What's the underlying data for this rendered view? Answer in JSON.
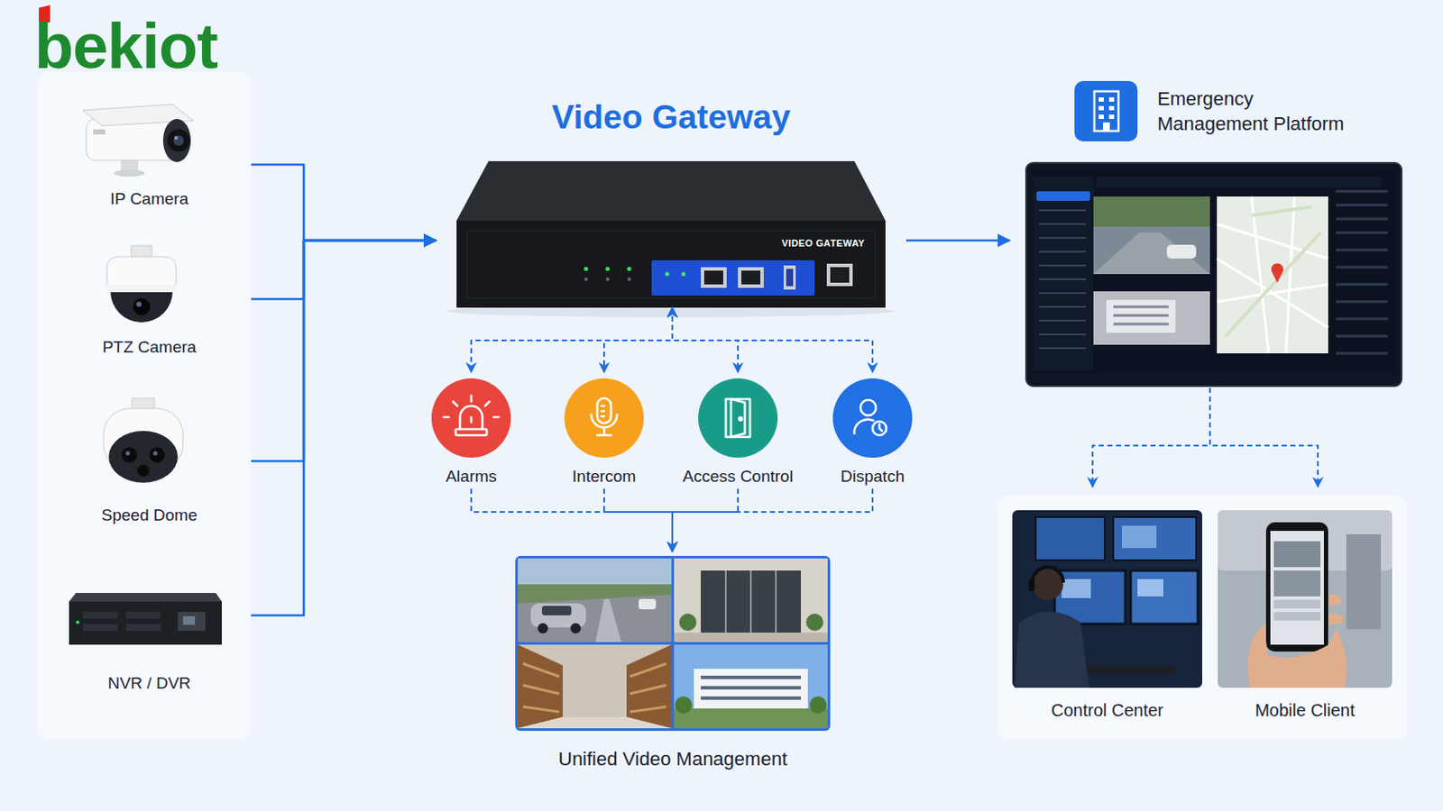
{
  "diagram": {
    "nodes": [
      {
        "text": [
          "IP Camera"
        ]
      },
      {
        "text": [
          "PTZ Camera"
        ]
      },
      {
        "text": [
          "Speed Dome"
        ]
      },
      {
        "text": [
          "NVR / DVR"
        ]
      },
      {
        "text": [
          "Video Gateway",
          "VIDEO GATEWAY"
        ]
      },
      {
        "text": [
          "Alarms"
        ]
      },
      {
        "text": [
          "Intercom"
        ]
      },
      {
        "text": [
          "Access Control"
        ]
      },
      {
        "text": [
          "Dispatch"
        ]
      },
      {
        "text": [
          "Unified Video Management"
        ]
      },
      {
        "text": [
          "Emergency Management Platform"
        ]
      },
      {
        "text": [
          "Control Center"
        ]
      },
      {
        "text": [
          "Mobile Client"
        ]
      }
    ],
    "edges": [
      {
        "from": 0,
        "to": 4,
        "arrow": "to"
      },
      {
        "from": 1,
        "to": 4,
        "arrow": "to"
      },
      {
        "from": 2,
        "to": 4,
        "arrow": "to"
      },
      {
        "from": 3,
        "to": 4,
        "arrow": "to"
      },
      {
        "from": 4,
        "to": 10,
        "arrow": "to"
      },
      {
        "from": 4,
        "to": 5,
        "arrow": "both"
      },
      {
        "from": 4,
        "to": 6,
        "arrow": "both"
      },
      {
        "from": 4,
        "to": 7,
        "arrow": "both"
      },
      {
        "from": 4,
        "to": 8,
        "arrow": "both"
      },
      {
        "from": 5,
        "to": 9,
        "arrow": "to"
      },
      {
        "from": 6,
        "to": 9,
        "arrow": "to"
      },
      {
        "from": 7,
        "to": 9,
        "arrow": "to"
      },
      {
        "from": 8,
        "to": 9,
        "arrow": "to"
      },
      {
        "from": 10,
        "to": 11,
        "arrow": "to"
      },
      {
        "from": 10,
        "to": 12,
        "arrow": "to"
      }
    ],
    "labels": [
      "bekiot"
    ]
  }
}
